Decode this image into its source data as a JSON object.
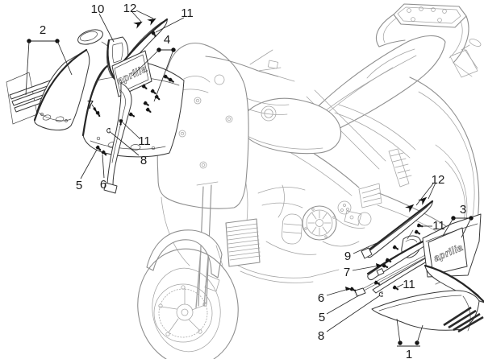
{
  "diagram": {
    "subject": "motorcycle side fairing exploded parts diagram",
    "brand": "aprilia",
    "style": "black-and-white technical line art"
  },
  "colors": {
    "background": "#ffffff",
    "bike_line": "#a4a4a4",
    "part_line": "#383838",
    "label_text": "#1b1b1b"
  },
  "logos": {
    "left": "aprilia",
    "right": "aprilia"
  },
  "callouts": {
    "two": "2",
    "ten": "10",
    "twelve_top": "12",
    "eleven_top": "11",
    "four": "4",
    "seven_left": "7",
    "eleven_left": "11",
    "eight_left": "8",
    "five_left": "5",
    "six_left": "6",
    "twelve_right": "12",
    "three": "3",
    "eleven_right_upper": "11",
    "nine": "9",
    "seven_right": "7",
    "eleven_right_mid": "11",
    "six_right": "6",
    "five_right": "5",
    "eight_right": "8",
    "one": "1"
  }
}
